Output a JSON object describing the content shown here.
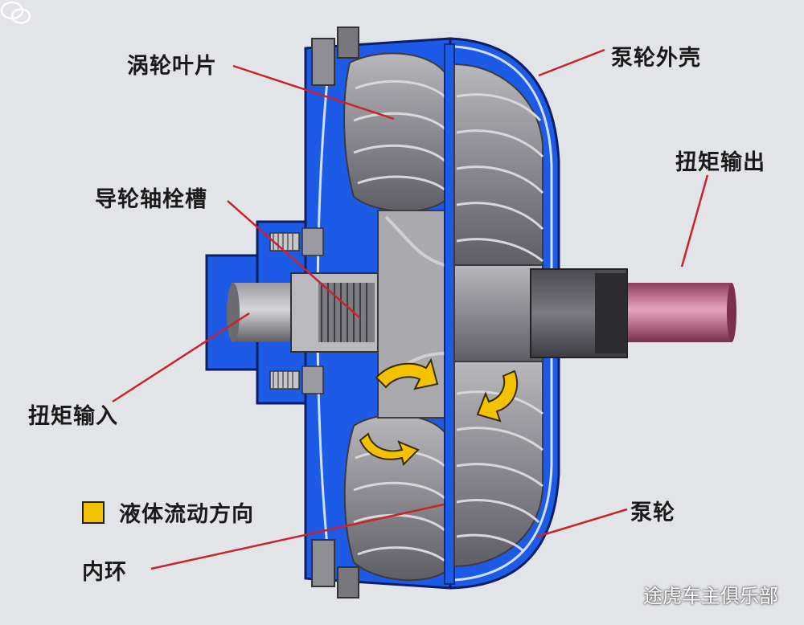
{
  "labels": {
    "turbine_blade": "涡轮叶片",
    "pump_housing": "泵轮外壳",
    "torque_output": "扭矩输出",
    "stator_spline": "导轮轴栓槽",
    "torque_input": "扭矩输入",
    "pump_impeller": "泵轮",
    "inner_ring": "内环"
  },
  "legend": {
    "label": "液体流动方向",
    "color": "#f2c200"
  },
  "watermark": {
    "text": "途虎车主俱乐部",
    "icon": "chat-bubbles-icon"
  },
  "colors": {
    "background": "#e3e4e8",
    "housing": "#1d5be6",
    "leader_line": "#c8232e",
    "output_shaft": "#c96a8e",
    "blade_gray": "#8a8a90"
  }
}
